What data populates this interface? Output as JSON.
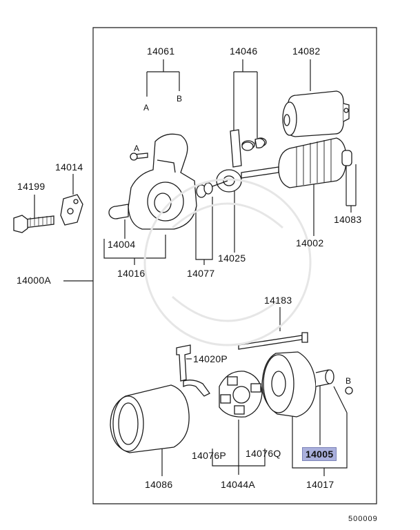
{
  "colors": {
    "line": "#1a1a1a",
    "highlight": "#aab0dc",
    "highlight_border": "#7b82b8"
  },
  "labels": {
    "p14061": "14061",
    "p14046": "14046",
    "p14082": "14082",
    "a_top": "A",
    "b_top": "B",
    "a_bolt": "A",
    "p14014": "14014",
    "p14199": "14199",
    "p14083": "14083",
    "p14004": "14004",
    "p14025": "14025",
    "p14002": "14002",
    "p14016": "14016",
    "p14077": "14077",
    "p14000A": "14000A",
    "p14183": "14183",
    "p14020P": "14020P",
    "b_bottom": "B",
    "p14076P": "14076P",
    "p14076Q": "14076Q",
    "p14005": "14005",
    "p14086": "14086",
    "p14044A": "14044A",
    "p14017": "14017"
  },
  "catalog_number": "500009"
}
